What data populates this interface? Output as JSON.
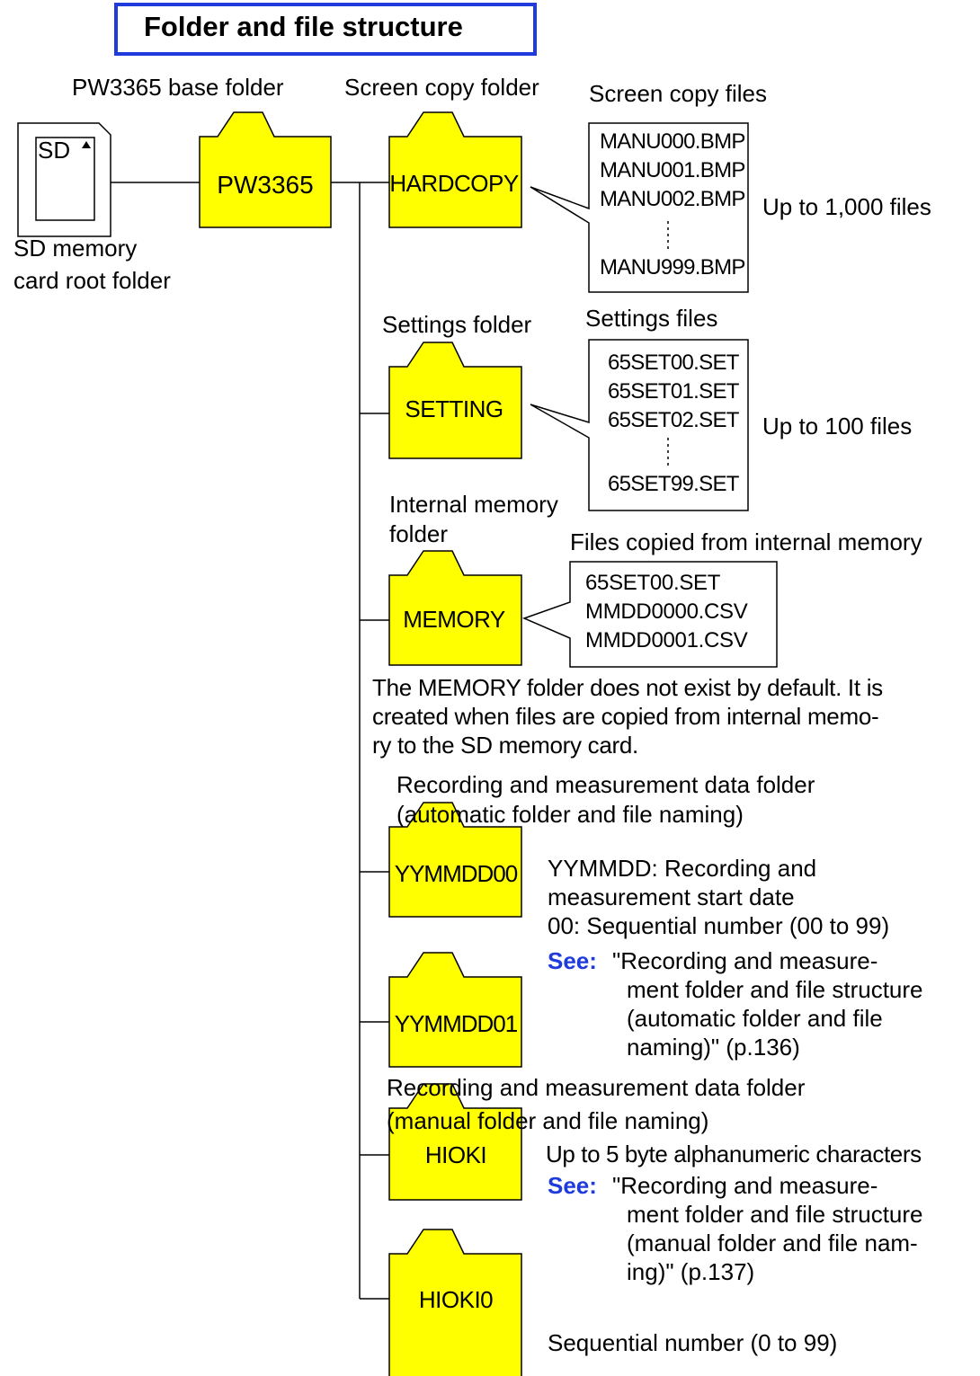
{
  "title": "Folder and file structure",
  "sd_card": {
    "icon_label": "SD",
    "caption_line1": "SD memory",
    "caption_line2": "card root folder"
  },
  "base_folder": {
    "caption": "PW3365 base folder",
    "name": "PW3365"
  },
  "hardcopy": {
    "caption": "Screen copy folder",
    "name": "HARDCOPY",
    "files_caption": "Screen copy files",
    "files": [
      "MANU000.BMP",
      "MANU001.BMP",
      "MANU002.BMP"
    ],
    "last_file": "MANU999.BMP",
    "limit": "Up to 1,000 files"
  },
  "setting": {
    "caption": "Settings folder",
    "name": "SETTING",
    "files_caption": "Settings files",
    "files": [
      "65SET00.SET",
      "65SET01.SET",
      "65SET02.SET"
    ],
    "last_file": "65SET99.SET",
    "limit": "Up to 100 files"
  },
  "memory": {
    "caption_line1": "Internal memory",
    "caption_line2": "folder",
    "name": "MEMORY",
    "files_caption": "Files copied from internal memory",
    "files": [
      "65SET00.SET",
      "MMDD0000.CSV",
      "MMDD0001.CSV"
    ],
    "note": [
      "The MEMORY folder does not exist by default. It is",
      "created when files are copied from internal memo-",
      "ry to the SD memory card."
    ]
  },
  "auto_section": {
    "caption_line1": "Recording and measurement data folder",
    "caption_line2": "(automatic folder and file naming)",
    "folders": [
      "YYMMDD00",
      "YYMMDD01"
    ],
    "desc": [
      "YYMMDD: Recording and",
      "measurement start date",
      "00: Sequential number (00 to 99)"
    ],
    "see_label": "See:",
    "see_text": [
      "\"Recording and measure-",
      "ment folder and file structure",
      "(automatic folder and file",
      "naming)\" (p.136)"
    ]
  },
  "manual_section": {
    "caption_line1": "Recording and measurement data folder",
    "caption_line2": "(manual folder and file naming)",
    "folders": [
      "HIOKI",
      "HIOKI0"
    ],
    "desc": "Up to 5 byte alphanumeric characters",
    "see_label": "See:",
    "see_text": [
      "\"Recording and measure-",
      "ment folder and file structure",
      "(manual folder and file nam-",
      "ing)\" (p.137)"
    ],
    "seq_note": "Sequential number (0 to 99)"
  },
  "colors": {
    "folder_fill": "#ffff00",
    "title_border": "#1f3bdc",
    "see_color": "#1f3bdc"
  }
}
